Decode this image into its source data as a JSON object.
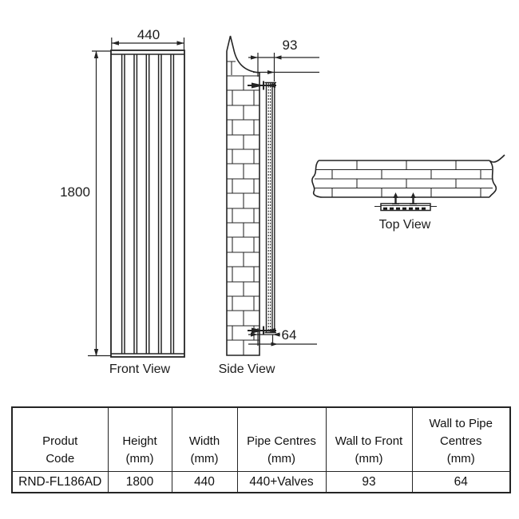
{
  "front_view": {
    "label": "Front View",
    "width_dim": "440",
    "height_dim": "1800"
  },
  "side_view": {
    "label": "Side View",
    "wall_to_front_dim": "93",
    "wall_to_pipe_dim": "64"
  },
  "top_view": {
    "label": "Top View"
  },
  "colors": {
    "line": "#242424",
    "background": "#ffffff"
  },
  "table": {
    "headers": [
      "Produt\nCode",
      "Height\n(mm)",
      "Width\n(mm)",
      "Pipe Centres\n(mm)",
      "Wall to Front\n(mm)",
      "Wall to Pipe\nCentres\n(mm)"
    ],
    "row": [
      "RND-FL186AD",
      "1800",
      "440",
      "440+Valves",
      "93",
      "64"
    ]
  }
}
